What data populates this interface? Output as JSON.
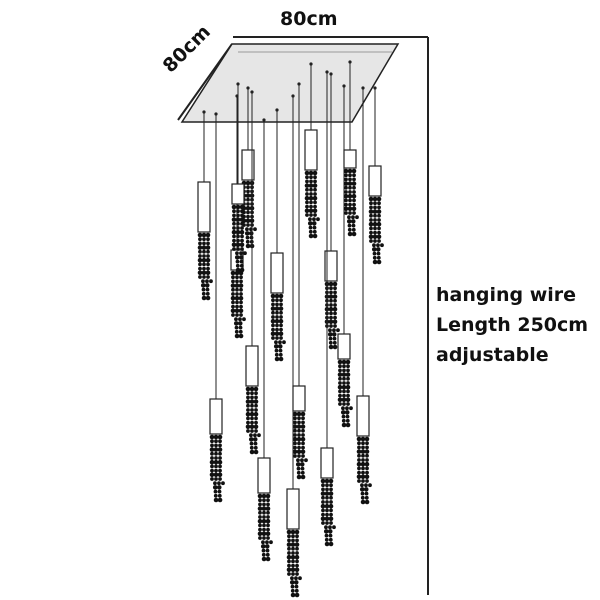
{
  "dimensions": {
    "width_label": "80cm",
    "depth_label": "80cm"
  },
  "annotation": {
    "lines": [
      "hanging wire",
      "Length 250cm",
      "adjustable"
    ]
  },
  "product": {
    "pendant_count": 17,
    "colors": {
      "line": "#222222",
      "crystal": "#111111",
      "canopy": "#e6e6e6",
      "background": "#ffffff"
    }
  }
}
